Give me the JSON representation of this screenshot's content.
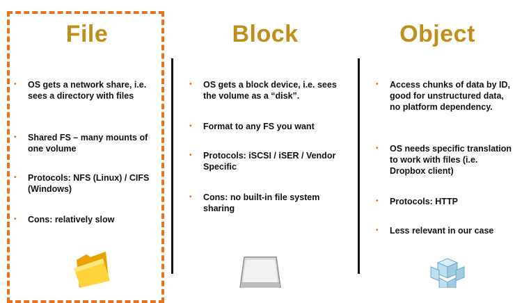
{
  "columns": [
    {
      "title": "File",
      "bullets": [
        "OS gets a network share, i.e. sees a directory with files",
        "Shared FS – many mounts of one volume",
        "Protocols: NFS (Linux) / CIFS (Windows)",
        "Cons: relatively slow"
      ],
      "icon": "folder-icon"
    },
    {
      "title": "Block",
      "bullets": [
        "OS gets a block device, i.e. sees the volume as a “disk”.",
        "Format to any FS you want",
        "Protocols: iSCSI / iSER / Vendor Specific",
        "Cons: no built-in file system sharing"
      ],
      "icon": "disk-icon"
    },
    {
      "title": "Object",
      "bullets": [
        "Access chunks of data by ID, good for unstructured data, no platform dependency.",
        "OS needs specific translation to work with files (i.e. Dropbox client)",
        "Protocols: HTTP",
        "Less relevant in our case"
      ],
      "icon": "cubes-icon"
    }
  ],
  "bullet_marker": "•",
  "colors": {
    "title": "#bf8f1a",
    "accent": "#e8731f",
    "text": "#111111"
  }
}
